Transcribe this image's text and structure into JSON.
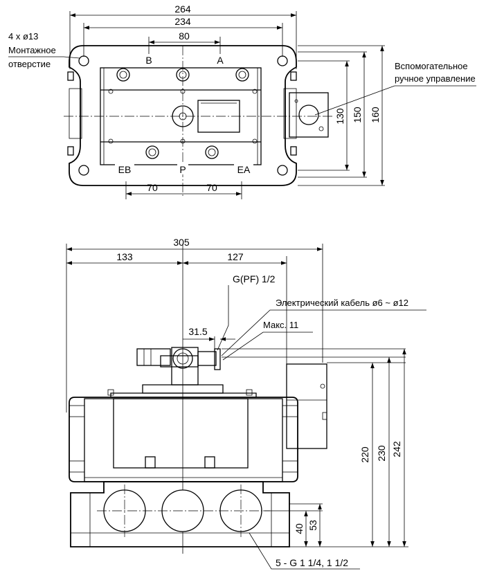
{
  "top_view": {
    "dim_overall_width": "264",
    "dim_hole_pitch_x": "234",
    "dim_port_spacing": "80",
    "dim_bottom_left": "70",
    "dim_bottom_right": "70",
    "dim_hole_pitch_y": "130",
    "dim_body_height": "150",
    "dim_overall_height": "160",
    "port_b": "B",
    "port_a": "A",
    "port_eb": "EB",
    "port_p": "P",
    "port_ea": "EA",
    "mounting_hole_callout": "4 x ø13",
    "mounting_hole_line1": "Монтажное",
    "mounting_hole_line2": "отверстие",
    "manual_override_line1": "Вспомогательное",
    "manual_override_line2": "ручное управление"
  },
  "front_view": {
    "dim_overall_width": "305",
    "dim_left": "133",
    "dim_right": "127",
    "thread_callout": "G(PF) 1/2",
    "cable_callout": "Электрический кабель ø6 ~ ø12",
    "dim_offset": "31.5",
    "max_callout": "Макс. 11",
    "dim_220": "220",
    "dim_230": "230",
    "dim_242": "242",
    "dim_40": "40",
    "dim_53": "53",
    "ports_callout": "5 - G 1 1/4, 1 1/2"
  },
  "icons": [
    "mounting-hole-icon",
    "port-circle-icon",
    "arrowhead-icon"
  ]
}
